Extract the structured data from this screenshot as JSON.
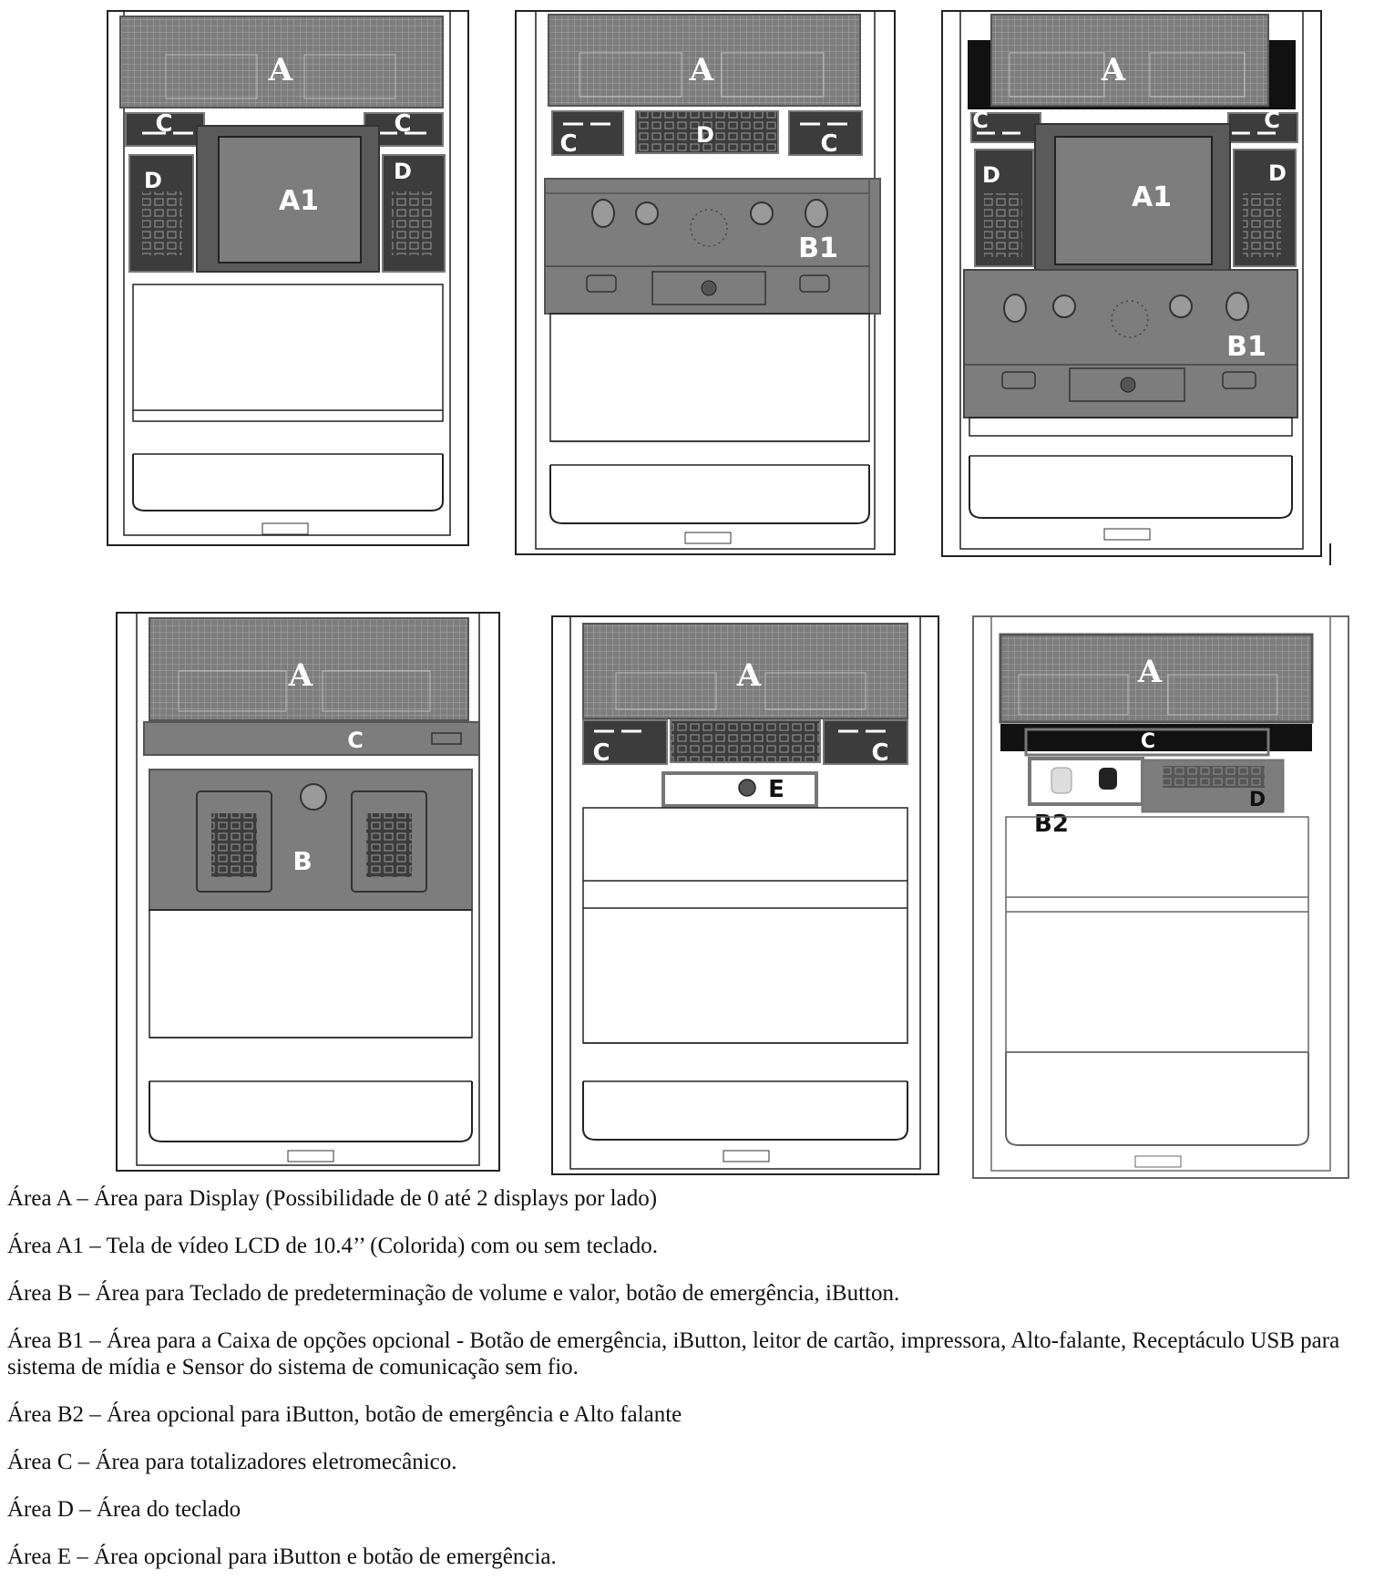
{
  "panels": [
    {
      "labels": {
        "A": "A",
        "C1": "C",
        "C2": "C",
        "D1": "D",
        "D2": "D",
        "A1": "A1"
      }
    },
    {
      "labels": {
        "A": "A",
        "C1": "C",
        "C2": "C",
        "D": "D",
        "B1": "B1"
      }
    },
    {
      "labels": {
        "A": "A",
        "C1": "C",
        "C2": "C",
        "D1": "D",
        "D2": "D",
        "A1": "A1",
        "B1": "B1"
      }
    },
    {
      "labels": {
        "A": "A",
        "C": "C",
        "B": "B"
      }
    },
    {
      "labels": {
        "A": "A",
        "C1": "C",
        "C2": "C",
        "E": "E"
      }
    },
    {
      "labels": {
        "A": "A",
        "C": "C",
        "D": "D",
        "B2": "B2"
      }
    }
  ],
  "legend": [
    "Área A – Área para Display (Possibilidade de 0 até 2 displays por lado)",
    "Área A1 – Tela de vídeo LCD de 10.4’’ (Colorida) com ou sem teclado.",
    "Área B – Área para Teclado de predeterminação de volume e valor, botão de emergência, iButton.",
    "Área B1 – Área para a Caixa de opções opcional - Botão de emergência, iButton, leitor de cartão, impressora, Alto-falante, Receptáculo USB para sistema de mídia e Sensor do sistema de comunicação sem fio.",
    "Área B2 – Área opcional para iButton, botão de emergência e Alto falante",
    "Área C – Área para totalizadores eletromecânico.",
    "Área D – Área do teclado",
    "Área E – Área opcional para iButton e botão de emergência."
  ],
  "colors": {
    "zone_gray": "#7d7d7d",
    "zone_dark": "#3c3c3c",
    "outline": "#222222",
    "grid_line": "#a8a8a8"
  }
}
